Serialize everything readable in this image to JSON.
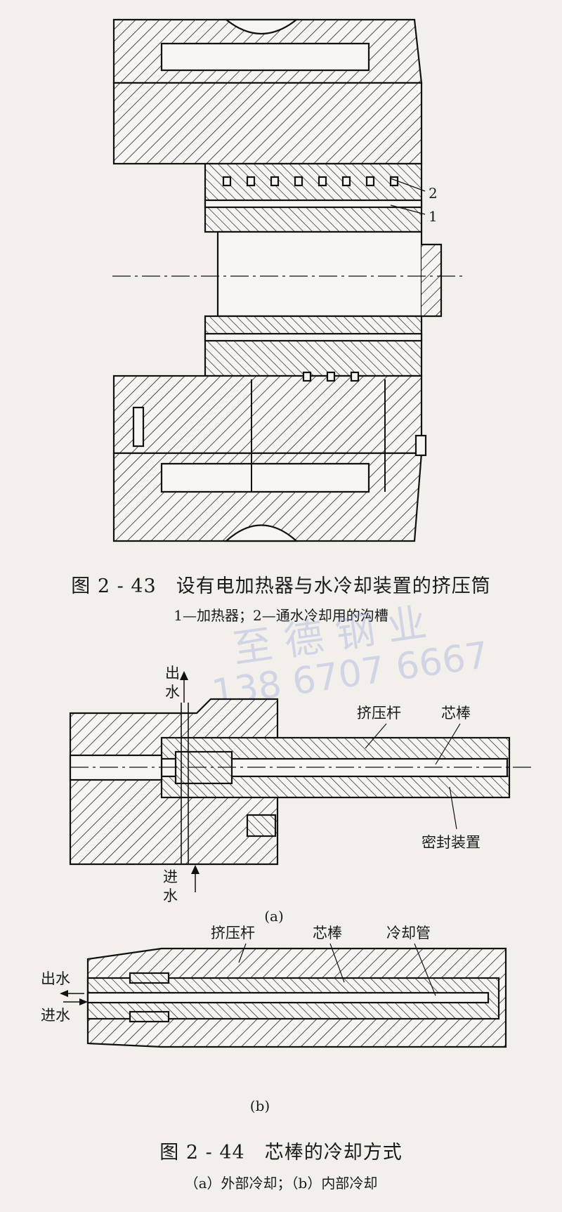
{
  "fig43": {
    "title": "图 2 - 43　设有电加热器与水冷却装置的挤压筒",
    "legend": "1—加热器；2—通水冷却用的沟槽",
    "label1": "1",
    "label2": "2"
  },
  "fig44": {
    "a": {
      "sublabel": "(a)",
      "water_out": [
        "出",
        "水"
      ],
      "water_in": [
        "进",
        "水"
      ],
      "ram": "挤压杆",
      "mandrel": "芯棒",
      "seal": "密封装置"
    },
    "b": {
      "sublabel": "(b)",
      "ram": "挤压杆",
      "mandrel": "芯棒",
      "cooling_tube": "冷却管",
      "water_out": "出水",
      "water_in": "进水"
    },
    "title": "图 2 - 44　芯棒的冷却方式",
    "legend": "（a）外部冷却；（b）内部冷却"
  },
  "watermark": {
    "line1": "至 德 钢 业",
    "line2": "138 6707 6667"
  }
}
